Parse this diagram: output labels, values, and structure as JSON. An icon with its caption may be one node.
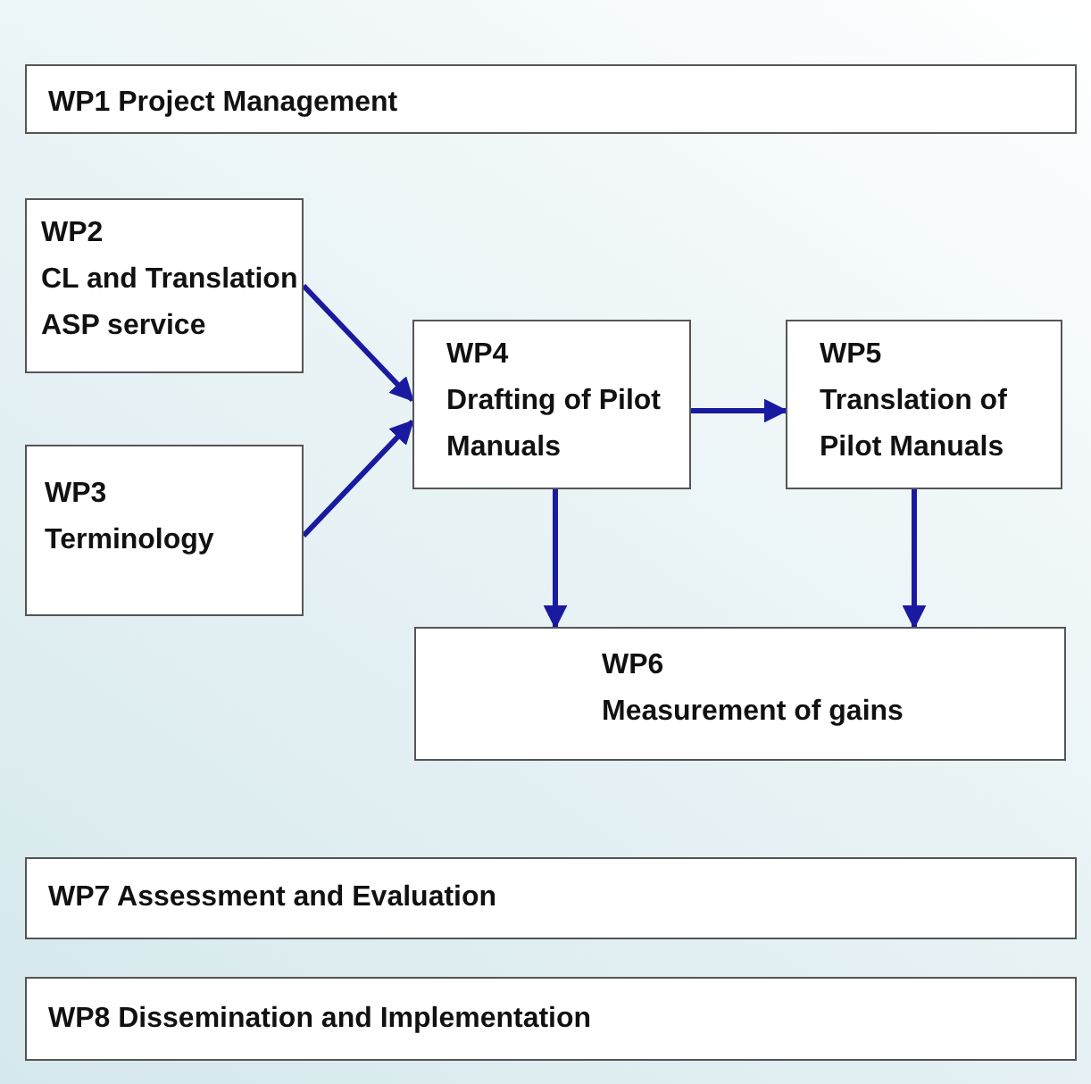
{
  "diagram": {
    "nodes": [
      {
        "text": [
          "WP1 Project Management"
        ]
      },
      {
        "text": [
          "WP2",
          "CL and Translation ASP service"
        ]
      },
      {
        "text": [
          "WP3",
          "Terminology"
        ]
      },
      {
        "text": [
          "WP4",
          "Drafting of Pilot Manuals"
        ]
      },
      {
        "text": [
          "WP5",
          "Translation of Pilot Manuals"
        ]
      },
      {
        "text": [
          "WP6",
          "Measurement of gains"
        ]
      },
      {
        "text": [
          "WP7 Assessment and Evaluation"
        ]
      },
      {
        "text": [
          "WP8 Dissemination and Implementation"
        ]
      }
    ],
    "edges": [
      {
        "from": 1,
        "to": 3,
        "arrow": "to"
      },
      {
        "from": 2,
        "to": 3,
        "arrow": "to"
      },
      {
        "from": 3,
        "to": 4,
        "arrow": "to"
      },
      {
        "from": 3,
        "to": 5,
        "arrow": "to"
      },
      {
        "from": 4,
        "to": 5,
        "arrow": "to"
      }
    ]
  }
}
